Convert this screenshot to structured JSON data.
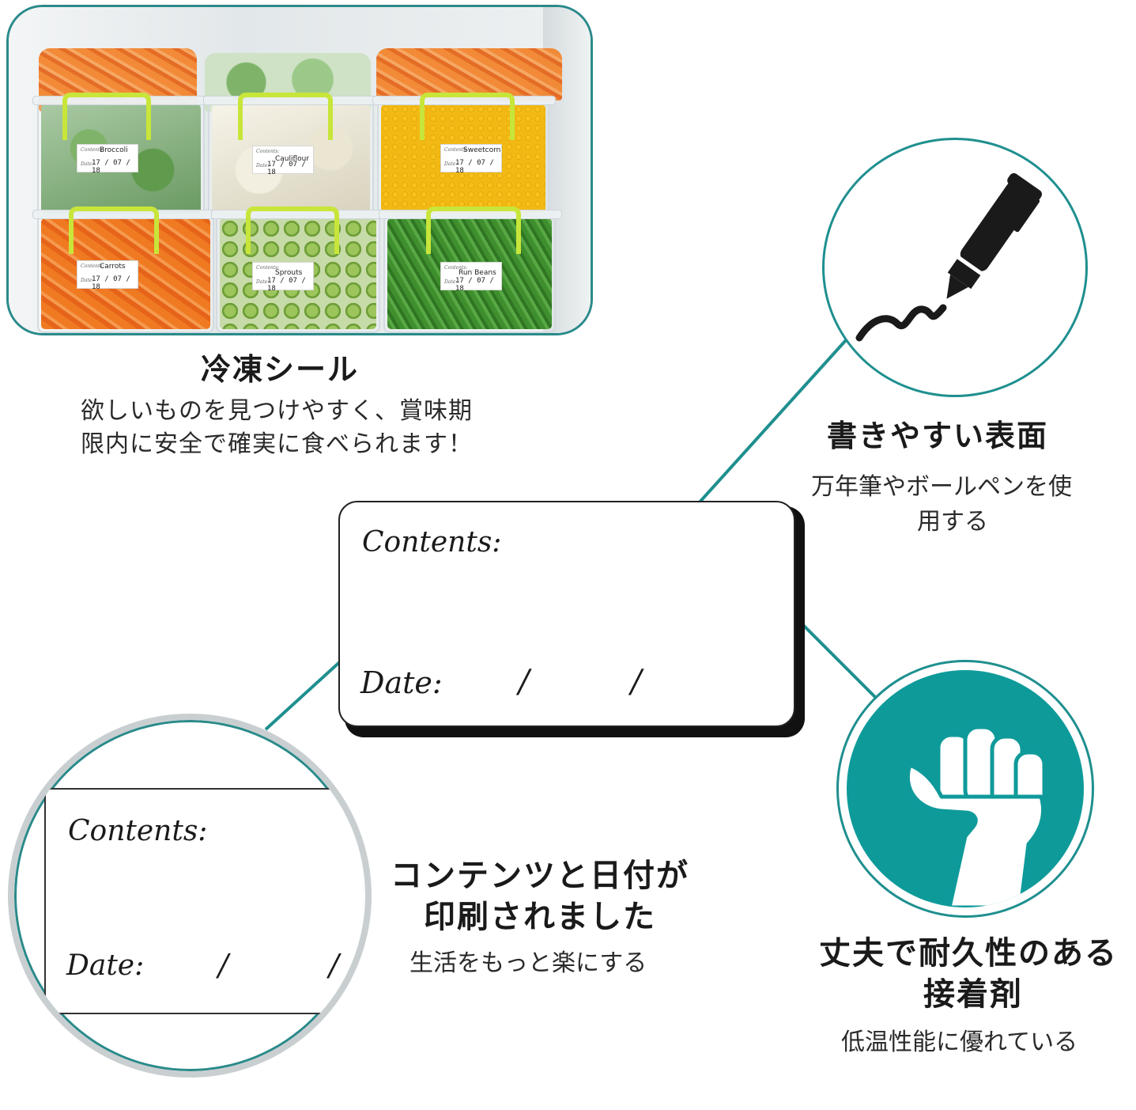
{
  "photo": {
    "labels": [
      {
        "contents_caption": "Contents:",
        "contents": "Broccoli",
        "date_caption": "Date:",
        "date": "17 / 07 / 18"
      },
      {
        "contents_caption": "Contents:",
        "contents": "Cauliflour",
        "date_caption": "Date:",
        "date": "17 / 07 / 18"
      },
      {
        "contents_caption": "Contents:",
        "contents": "Sweetcorn",
        "date_caption": "Date:",
        "date": "17 / 07 / 18"
      },
      {
        "contents_caption": "Contents:",
        "contents": "Carrots",
        "date_caption": "Date:",
        "date": "17 / 07 / 18"
      },
      {
        "contents_caption": "Contents:",
        "contents": "Sprouts",
        "date_caption": "Date:",
        "date": "17 / 07 / 18"
      },
      {
        "contents_caption": "Contents:",
        "contents": "Run Beans",
        "date_caption": "Date:",
        "date": "17 / 07 / 18"
      }
    ]
  },
  "section_freezer": {
    "title": "冷凍シール",
    "line1": "欲しいものを見つけやすく、賞味期",
    "line2": "限内に安全で確実に食べられます！"
  },
  "section_writing": {
    "icon": "pen-writing-icon",
    "title": "書きやすい表面",
    "line1": "万年筆やボールペンを使",
    "line2": "用する"
  },
  "big_label": {
    "contents": "Contents:",
    "date": "Date:",
    "slash1": "/",
    "slash2": "/"
  },
  "zoom_label": {
    "contents": "Contents:",
    "date": "Date:",
    "slash1": "/",
    "slash2": "/"
  },
  "section_printed": {
    "title_line1": "コンテンツと日付が",
    "title_line2": "印刷されました",
    "subtitle": "生活をもっと楽にする"
  },
  "section_adhesive": {
    "icon": "fist-icon",
    "title_line1": "丈夫で耐久性のある",
    "title_line2": "接着剤",
    "subtitle": "低温性能に優れている"
  },
  "colors": {
    "teal": "#1f8f8f",
    "teal_fill": "#0f9a9a",
    "accent_green": "#c8e53a"
  }
}
